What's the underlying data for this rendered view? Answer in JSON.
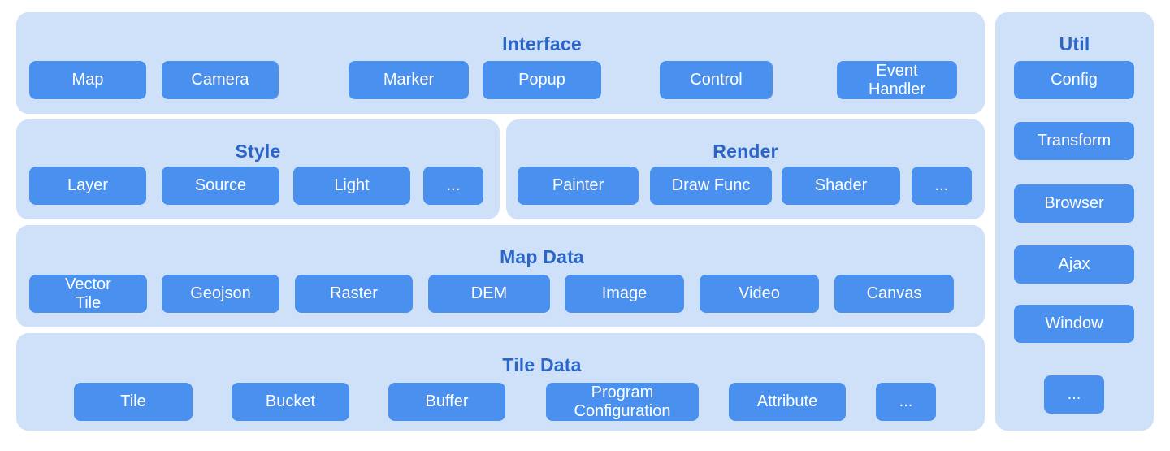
{
  "diagram": {
    "colors": {
      "panel_bg": "#cfe1f9",
      "block_bg": "#4a90ee",
      "title_text": "#2b65c8",
      "block_text": "#ffffff",
      "page_bg": "#ffffff"
    },
    "sections": [
      {
        "id": "interface",
        "title": "Interface",
        "items": [
          {
            "label": "Map"
          },
          {
            "label": "Camera"
          },
          {
            "label": "Marker"
          },
          {
            "label": "Popup"
          },
          {
            "label": "Control"
          },
          {
            "label": "Event Handler"
          }
        ]
      },
      {
        "id": "style",
        "title": "Style",
        "items": [
          {
            "label": "Layer"
          },
          {
            "label": "Source"
          },
          {
            "label": "Light"
          },
          {
            "label": "..."
          }
        ]
      },
      {
        "id": "render",
        "title": "Render",
        "items": [
          {
            "label": "Painter"
          },
          {
            "label": "Draw Func"
          },
          {
            "label": "Shader"
          },
          {
            "label": "..."
          }
        ]
      },
      {
        "id": "map_data",
        "title": "Map Data",
        "items": [
          {
            "label": "Vector Tile"
          },
          {
            "label": "Geojson"
          },
          {
            "label": "Raster"
          },
          {
            "label": "DEM"
          },
          {
            "label": "Image"
          },
          {
            "label": "Video"
          },
          {
            "label": "Canvas"
          }
        ]
      },
      {
        "id": "tile_data",
        "title": "Tile Data",
        "items": [
          {
            "label": "Tile"
          },
          {
            "label": "Bucket"
          },
          {
            "label": "Buffer"
          },
          {
            "label": "Program Configuration"
          },
          {
            "label": "Attribute"
          },
          {
            "label": "..."
          }
        ]
      },
      {
        "id": "util",
        "title": "Util",
        "items": [
          {
            "label": "Config"
          },
          {
            "label": "Transform"
          },
          {
            "label": "Browser"
          },
          {
            "label": "Ajax"
          },
          {
            "label": "Window"
          },
          {
            "label": "..."
          }
        ]
      }
    ]
  }
}
